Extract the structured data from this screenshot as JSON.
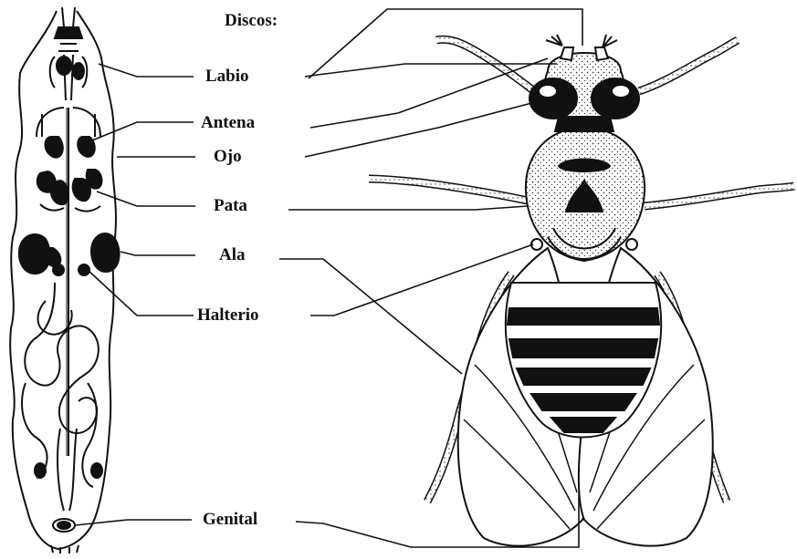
{
  "heading": "Discos:",
  "labels": {
    "labio": "Labio",
    "antena": "Antena",
    "ojo": "Ojo",
    "pata": "Pata",
    "ala": "Ala",
    "halterio": "Halterio",
    "genital": "Genital"
  },
  "colors": {
    "ink": "#111111",
    "background": "#ffffff"
  }
}
